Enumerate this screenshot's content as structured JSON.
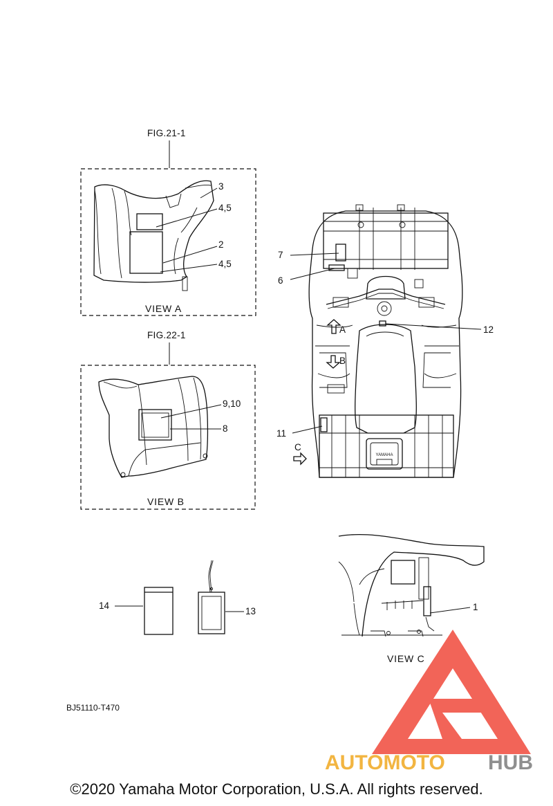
{
  "figure_refs": {
    "view_a": "FIG.21-1",
    "view_b": "FIG.22-1"
  },
  "view_titles": {
    "a": "VIEW A",
    "b": "VIEW B",
    "c": "VIEW C"
  },
  "callouts": {
    "c1": "1",
    "c2": "2",
    "c3": "3",
    "c45_top": "4,5",
    "c45_bottom": "4,5",
    "c6": "6",
    "c7": "7",
    "c8": "8",
    "c9_10": "9,10",
    "c11": "11",
    "c12": "12",
    "c13": "13",
    "c14": "14"
  },
  "direction_markers": {
    "a": "A",
    "b": "B",
    "c": "C"
  },
  "vehicle_emblem": "YAMAHA",
  "drawing_code": "BJ51110-T470",
  "watermark": {
    "part1": "AUTOMOTO",
    "part2": "HUB",
    "color_primary": "#f04a3c",
    "color_gold": "#f2b541",
    "color_gray": "#8f8f8f"
  },
  "copyright": "©2020 Yamaha Motor Corporation, U.S.A. All rights reserved."
}
